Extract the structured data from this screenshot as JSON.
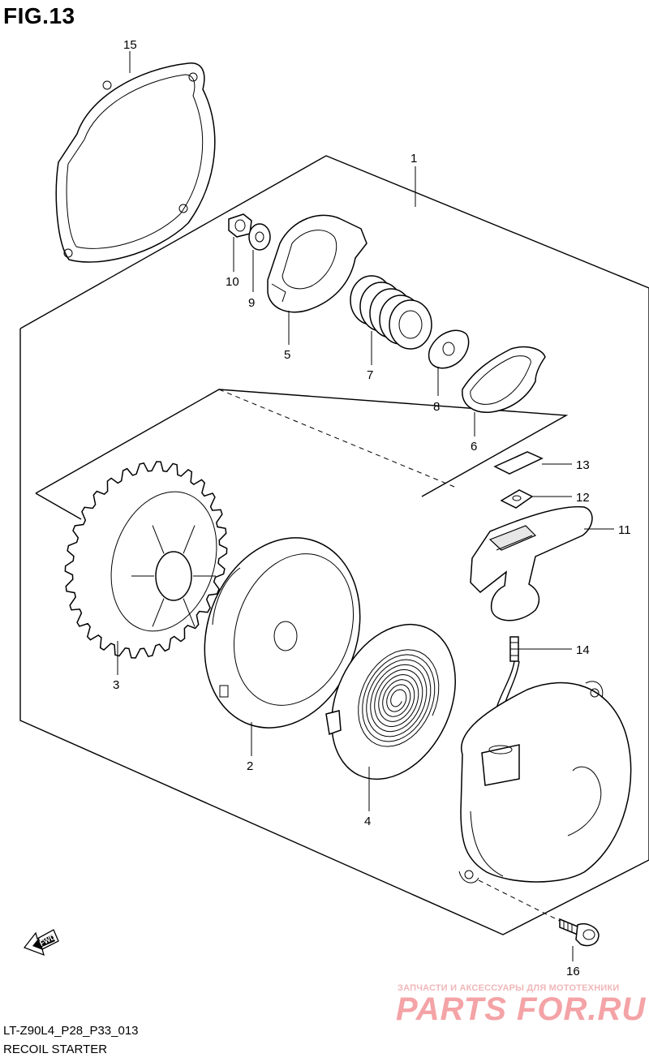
{
  "figure": {
    "title": "FIG.13"
  },
  "footer": {
    "code": "LT-Z90L4_P28_P33_013",
    "name": "RECOIL STARTER"
  },
  "watermark": {
    "tagline": "ЗАПЧАСТИ И АКСЕССУАРЫ ДЛЯ МОТОТЕХНИКИ",
    "logo": "PARTS FOR.RU",
    "color": "#f4a3a6"
  },
  "direction": {
    "label": "FWD"
  },
  "callouts": {
    "p1": "1",
    "p2": "2",
    "p3": "3",
    "p4": "4",
    "p5": "5",
    "p6": "6",
    "p7": "7",
    "p8": "8",
    "p9": "9",
    "p10": "10",
    "p11": "11",
    "p12": "12",
    "p13": "13",
    "p14": "14",
    "p15": "15",
    "p16": "16"
  }
}
